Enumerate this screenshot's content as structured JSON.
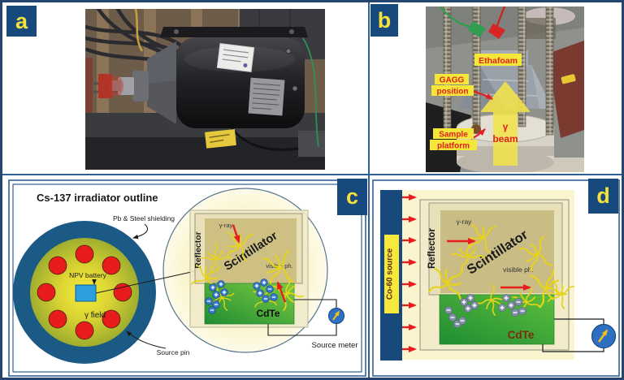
{
  "panels": {
    "a": {
      "label": "a"
    },
    "b": {
      "label": "b",
      "annotations": {
        "gagg_1": "GAGG",
        "gagg_2": "position",
        "ethafoam": "Ethafoam",
        "sample_1": "Sample",
        "sample_2": "platform",
        "beam_1": "γ",
        "beam_2": "beam"
      }
    },
    "c": {
      "label": "c",
      "title": "Cs-137 irradiator outline",
      "labels": {
        "shielding": "Pb & Steel shielding",
        "battery": "NPV battery",
        "gamma_field": "γ field",
        "source_pin": "Source pin",
        "reflector": "Reflector",
        "gamma_ray": "γ-ray",
        "scintillator": "Scintillator",
        "visible_photons": "visible ph.",
        "cdte": "CdTe",
        "source_meter": "Source meter"
      },
      "source_pin_count": 8
    },
    "d": {
      "label": "d",
      "labels": {
        "source": "Co-60  source",
        "reflector": "Reflector",
        "gamma_ray": "γ-ray",
        "scintillator": "Scintillator",
        "visible_photons": "visible ph.",
        "cdte": "CdTe"
      },
      "beam_arrow_count": 8
    }
  },
  "colors": {
    "panel_label_bg": "#17497c",
    "panel_label_text": "#f5e03c",
    "frame_border": "#24466e",
    "inner_border": "#2e6096",
    "shield_ring_blue": "#1c5a86",
    "source_pin_red": "#e81c1c",
    "battery_blue": "#2d9fdf",
    "gamma_field_center": "#f2e435",
    "gamma_field_edge": "#9fae2e",
    "reflector_beige": "#e8e0b8",
    "scintillator_tan": "#cdbf83",
    "cdte_green": "#2aa13a",
    "glow_yellow": "#f8f0ae",
    "meter_blue": "#2d6fc2",
    "annotation_highlight": "#f5e63a",
    "annotation_red": "#e02020",
    "photon_yellow": "#e8d416"
  }
}
